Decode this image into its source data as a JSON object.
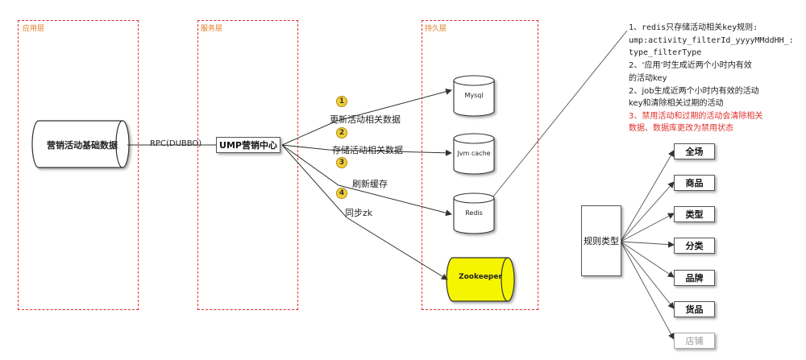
{
  "zones": {
    "app": "应用层",
    "service": "服务层",
    "persist": "持久层"
  },
  "nodes": {
    "base_data": "营销活动基础数据",
    "rpc": "RPC(DUBBO)",
    "ump": "UMP营销中心",
    "mysql": "Mysql",
    "jvm": "Jvm cache",
    "redis": "Redis",
    "zk": "Zookeeper",
    "rule_type": "规则类型"
  },
  "steps": [
    {
      "num": "1",
      "label": "更新活动相关数据"
    },
    {
      "num": "2",
      "label": "存储活动相关数据"
    },
    {
      "num": "3",
      "label": "刷新缓存"
    },
    {
      "num": "4",
      "label": "同步zk"
    }
  ],
  "notes": {
    "line1": "1、redis只存储活动相关key规则:",
    "line2": "ump:activity_filterId_yyyyMMddHH_:",
    "line3": "type_filterType",
    "line4": "2、‘应用’时生成近两个小时内有效",
    "line5": "的活动key",
    "line6": "2、job生成近两个小时内有效的活动",
    "line7": "key和清除相关过期的活动",
    "line8": "3、禁用活动和过期的活动会清除相关",
    "line9": "数据、数据库更改为禁用状态"
  },
  "rule_items": [
    "全场",
    "商品",
    "类型",
    "分类",
    "品牌",
    "货品",
    "店铺"
  ],
  "colors": {
    "zone_border": "#e0302c",
    "zone_label": "#e07b20",
    "badge": "#f2cf3a",
    "zookeeper": "#f5f500",
    "note_red": "#e0302c"
  }
}
